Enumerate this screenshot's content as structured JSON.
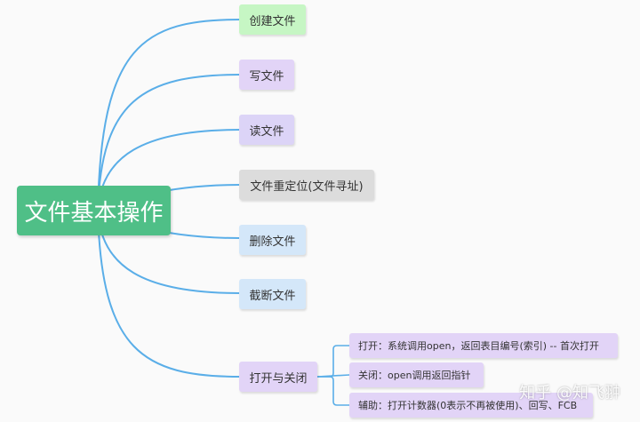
{
  "root": {
    "label": "文件基本操作",
    "color": "#4fbf87"
  },
  "branches": [
    {
      "id": "create",
      "label": "创建文件",
      "color": "#c6f6c4"
    },
    {
      "id": "write",
      "label": "写文件",
      "color": "#e2d4f7"
    },
    {
      "id": "read",
      "label": "读文件",
      "color": "#dcd4f7"
    },
    {
      "id": "seek",
      "label": "文件重定位(文件寻址)",
      "color": "#dcdcdc"
    },
    {
      "id": "delete",
      "label": "删除文件",
      "color": "#d4e7f9"
    },
    {
      "id": "truncate",
      "label": "截断文件",
      "color": "#d4e7f9"
    },
    {
      "id": "openclose",
      "label": "打开与关闭",
      "color": "#e2d4f7"
    }
  ],
  "openclose_details": [
    {
      "id": "open",
      "label": "打开：系统调用open，返回表目编号(索引) -- 首次打开",
      "color": "#e2d4f7"
    },
    {
      "id": "close",
      "label": "关闭：open调用返回指针",
      "color": "#e2d4f7"
    },
    {
      "id": "helper",
      "label": "辅助：打开计数器(0表示不再被使用)、回写、FCB",
      "color": "#e2d4f7"
    }
  ],
  "link_color": "#5aaee8",
  "watermark": "知乎 @知飞翀"
}
